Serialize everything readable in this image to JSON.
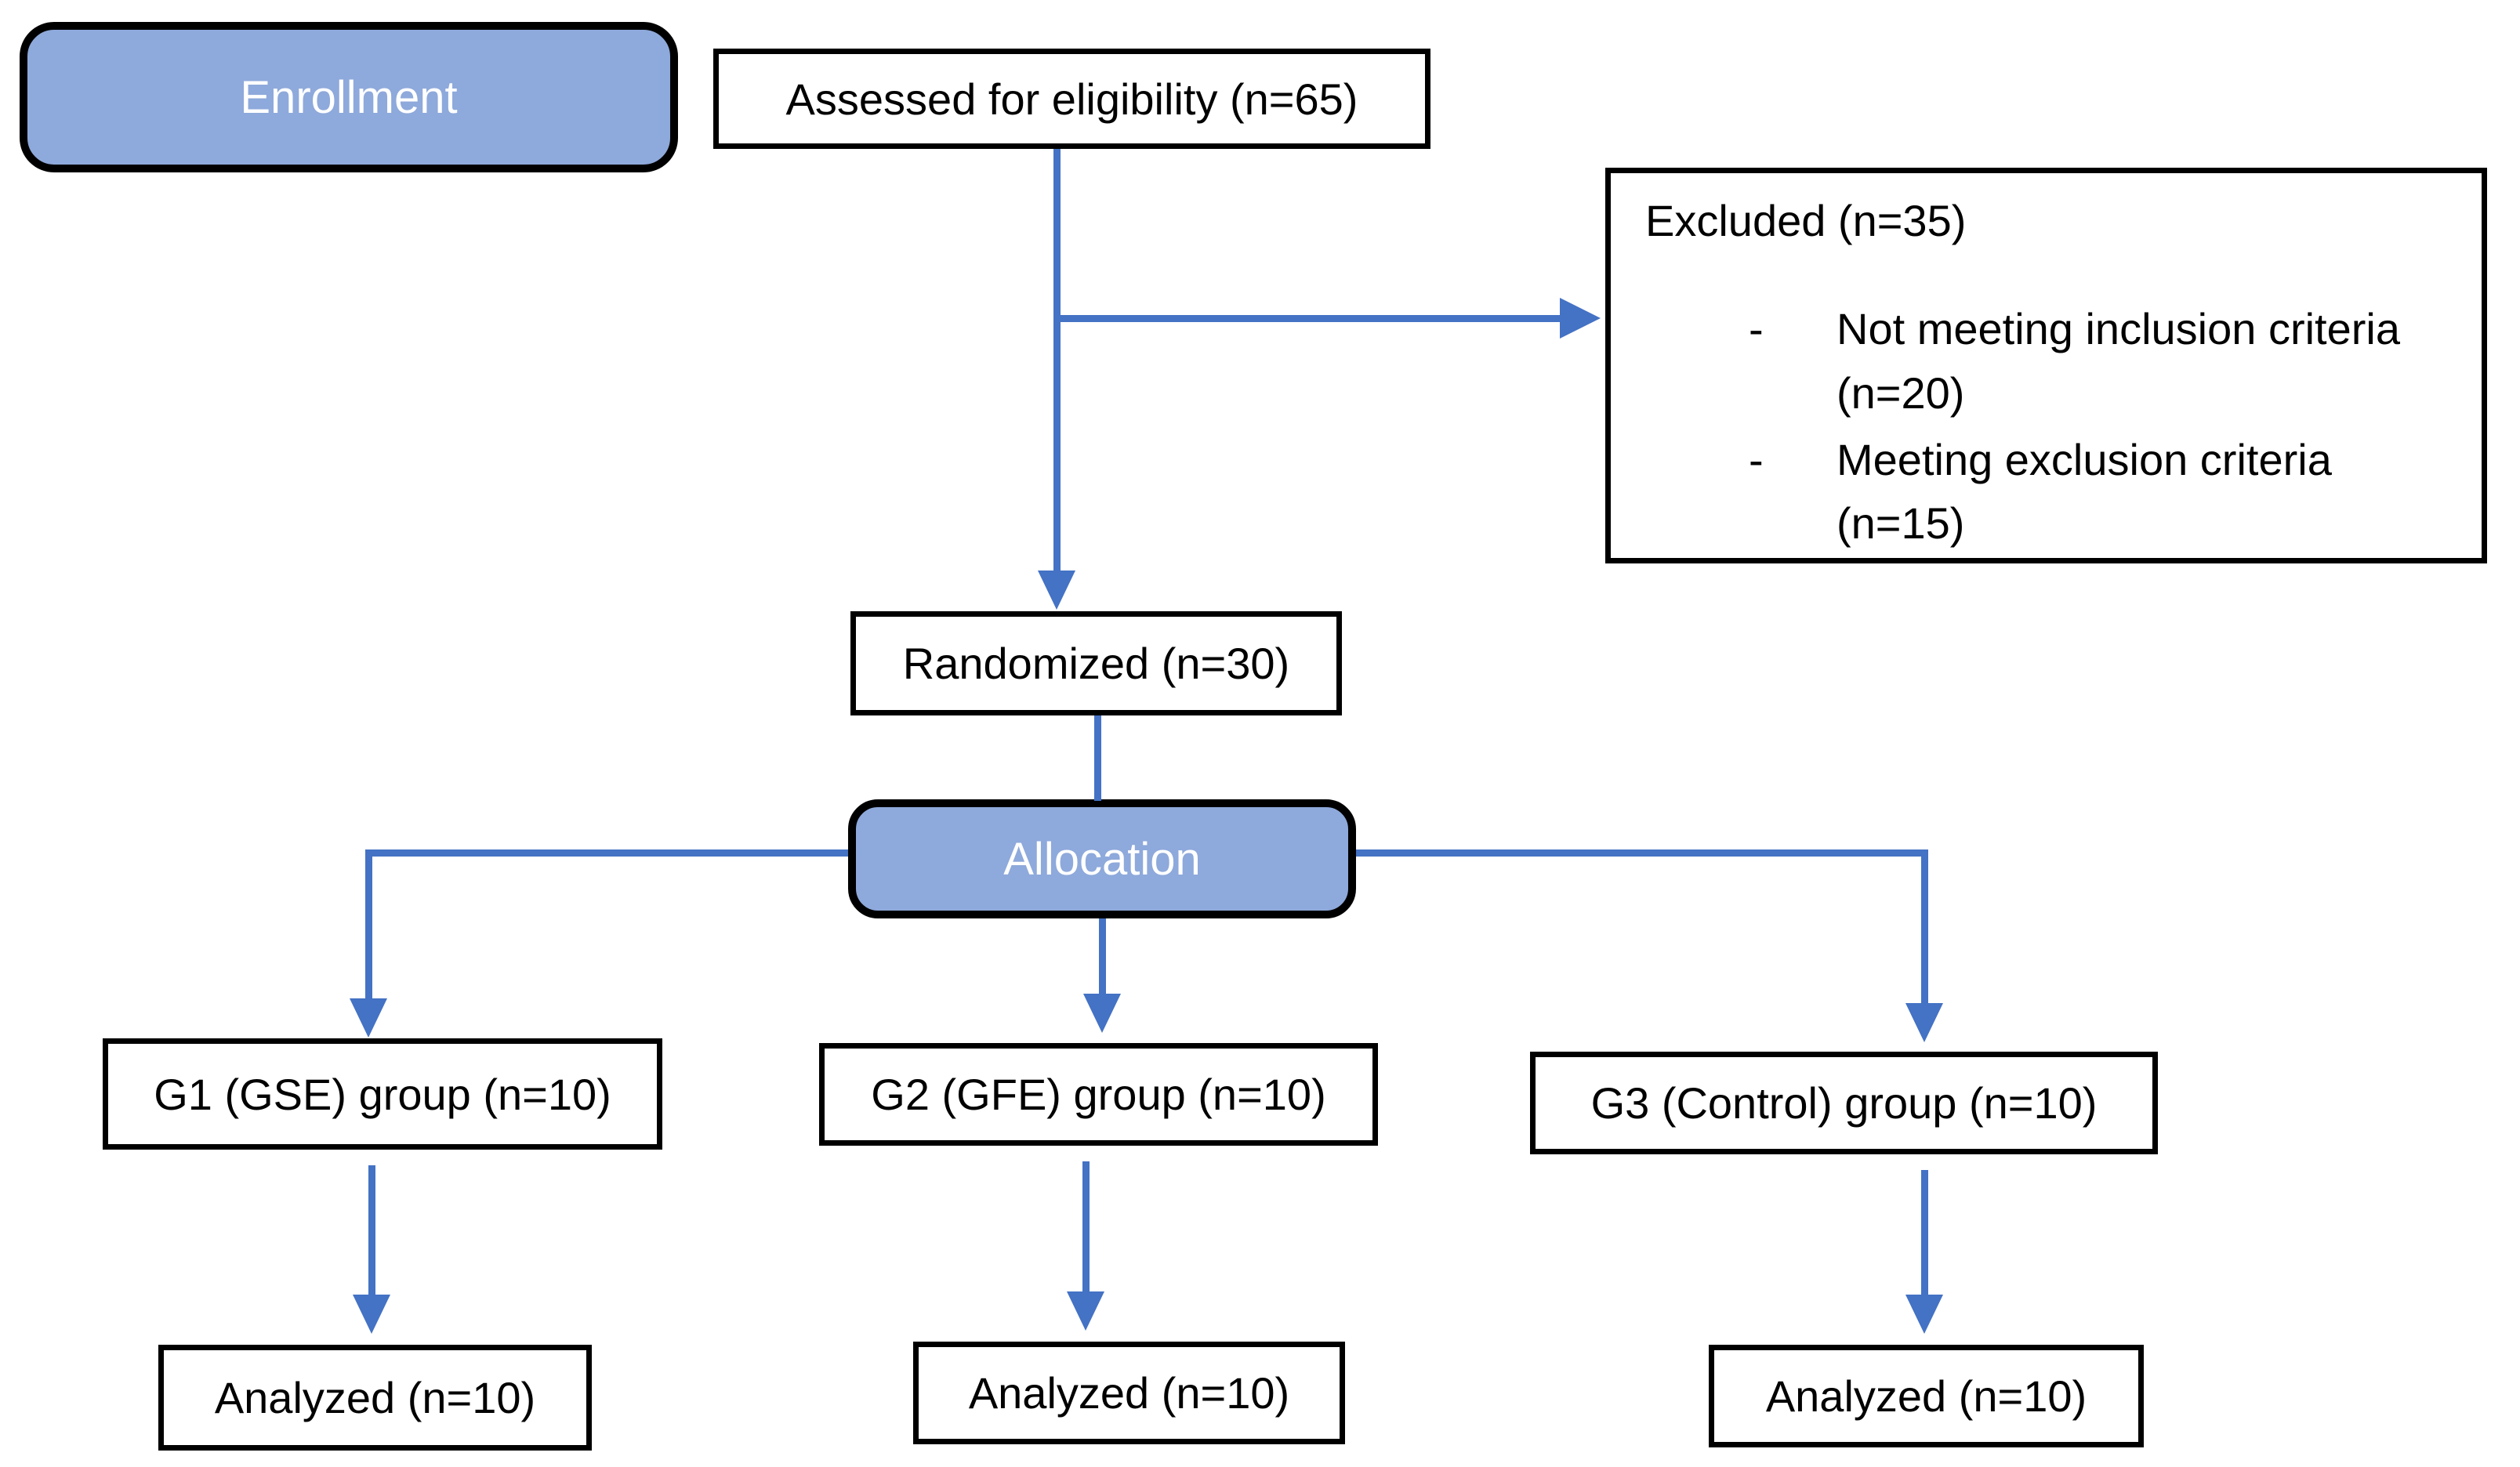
{
  "colors": {
    "stage_fill": "#8EA9DB",
    "stage_text": "#FFFFFF",
    "connector": "#4472C4",
    "border": "#000000"
  },
  "flowchart": {
    "enrollment": {
      "label": "Enrollment"
    },
    "assessed": {
      "label": "Assessed for eligibility (n=65)"
    },
    "excluded": {
      "title": "Excluded (n=35)",
      "bullet_marker": "-",
      "items": [
        {
          "text": "Not meeting inclusion criteria (n=20)"
        },
        {
          "text": "Meeting exclusion criteria (n=15)"
        }
      ]
    },
    "randomized": {
      "label": "Randomized (n=30)"
    },
    "allocation": {
      "label": "Allocation"
    },
    "groups": [
      {
        "label": "G1 (GSE) group (n=10)",
        "analyzed": "Analyzed (n=10)"
      },
      {
        "label": "G2 (GFE) group (n=10)",
        "analyzed": "Analyzed (n=10)"
      },
      {
        "label": "G3 (Control) group (n=10)",
        "analyzed": "Analyzed (n=10)"
      }
    ]
  }
}
